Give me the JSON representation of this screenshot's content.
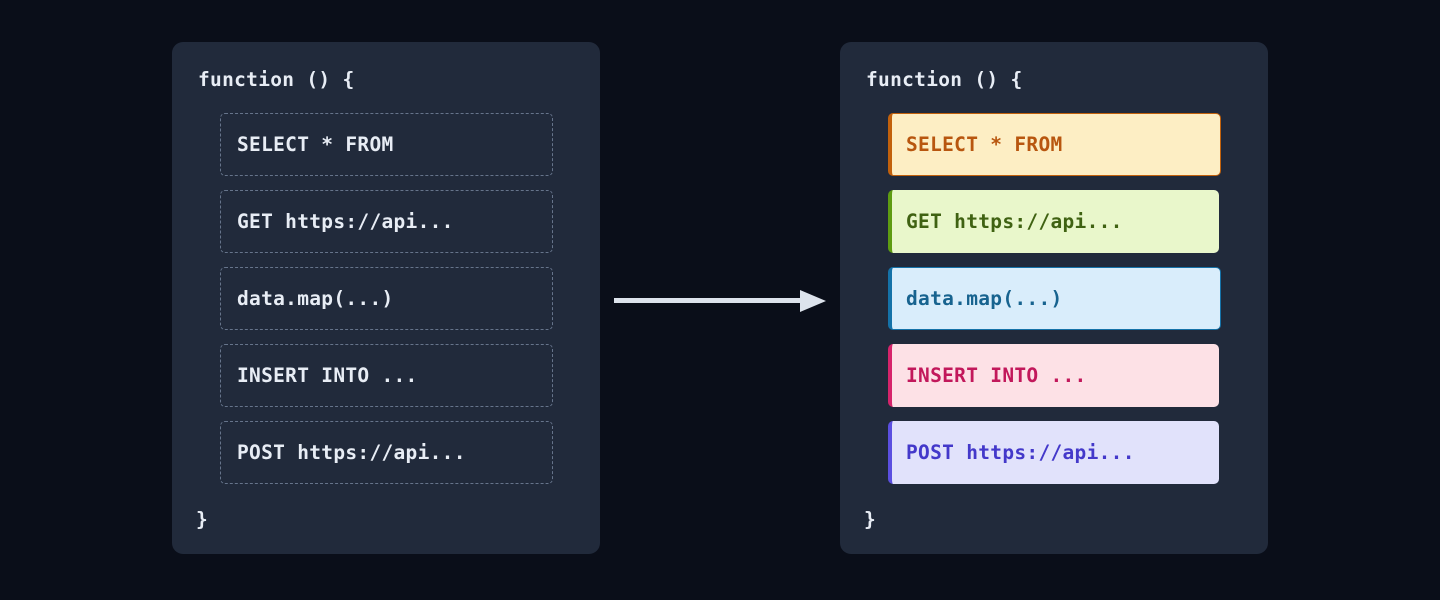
{
  "canvas": {
    "background": "#0a0e19"
  },
  "panels": {
    "before": {
      "name": "before-panel",
      "background": "#212a3b",
      "open_line": "function () {",
      "close_line": "}",
      "rows": [
        {
          "text": "SELECT * FROM",
          "style": "dashed"
        },
        {
          "text": "GET https://api...",
          "style": "dashed"
        },
        {
          "text": "data.map(...)",
          "style": "dashed"
        },
        {
          "text": "INSERT INTO ...",
          "style": "dashed"
        },
        {
          "text": "POST https://api...",
          "style": "dashed"
        }
      ],
      "row_border_color": "#66748b",
      "text_color": "#e8edf5"
    },
    "after": {
      "name": "after-panel",
      "background": "#212a3b",
      "open_line": "function () {",
      "close_line": "}",
      "rows": [
        {
          "text": "SELECT * FROM",
          "kind": "sql-select",
          "bg": "#fdeec4",
          "fg": "#b8560f",
          "accent": "#c2610c",
          "border_style": "full"
        },
        {
          "text": "GET https://api...",
          "kind": "http-get",
          "bg": "#e9f7cb",
          "fg": "#3f6212",
          "accent": "#5e9c12",
          "border_style": "left"
        },
        {
          "text": "data.map(...)",
          "kind": "js-map",
          "bg": "#d9edfb",
          "fg": "#17638f",
          "accent": "#1572a8",
          "border_style": "full"
        },
        {
          "text": "INSERT INTO ...",
          "kind": "sql-insert",
          "bg": "#fde1e6",
          "fg": "#c2185b",
          "accent": "#d6246b",
          "border_style": "left"
        },
        {
          "text": "POST https://api...",
          "kind": "http-post",
          "bg": "#e1e2fb",
          "fg": "#4338ca",
          "accent": "#5b4fe0",
          "border_style": "left"
        }
      ]
    }
  },
  "arrow": {
    "name": "transform-arrow",
    "color": "#dde3ec",
    "direction": "right"
  }
}
